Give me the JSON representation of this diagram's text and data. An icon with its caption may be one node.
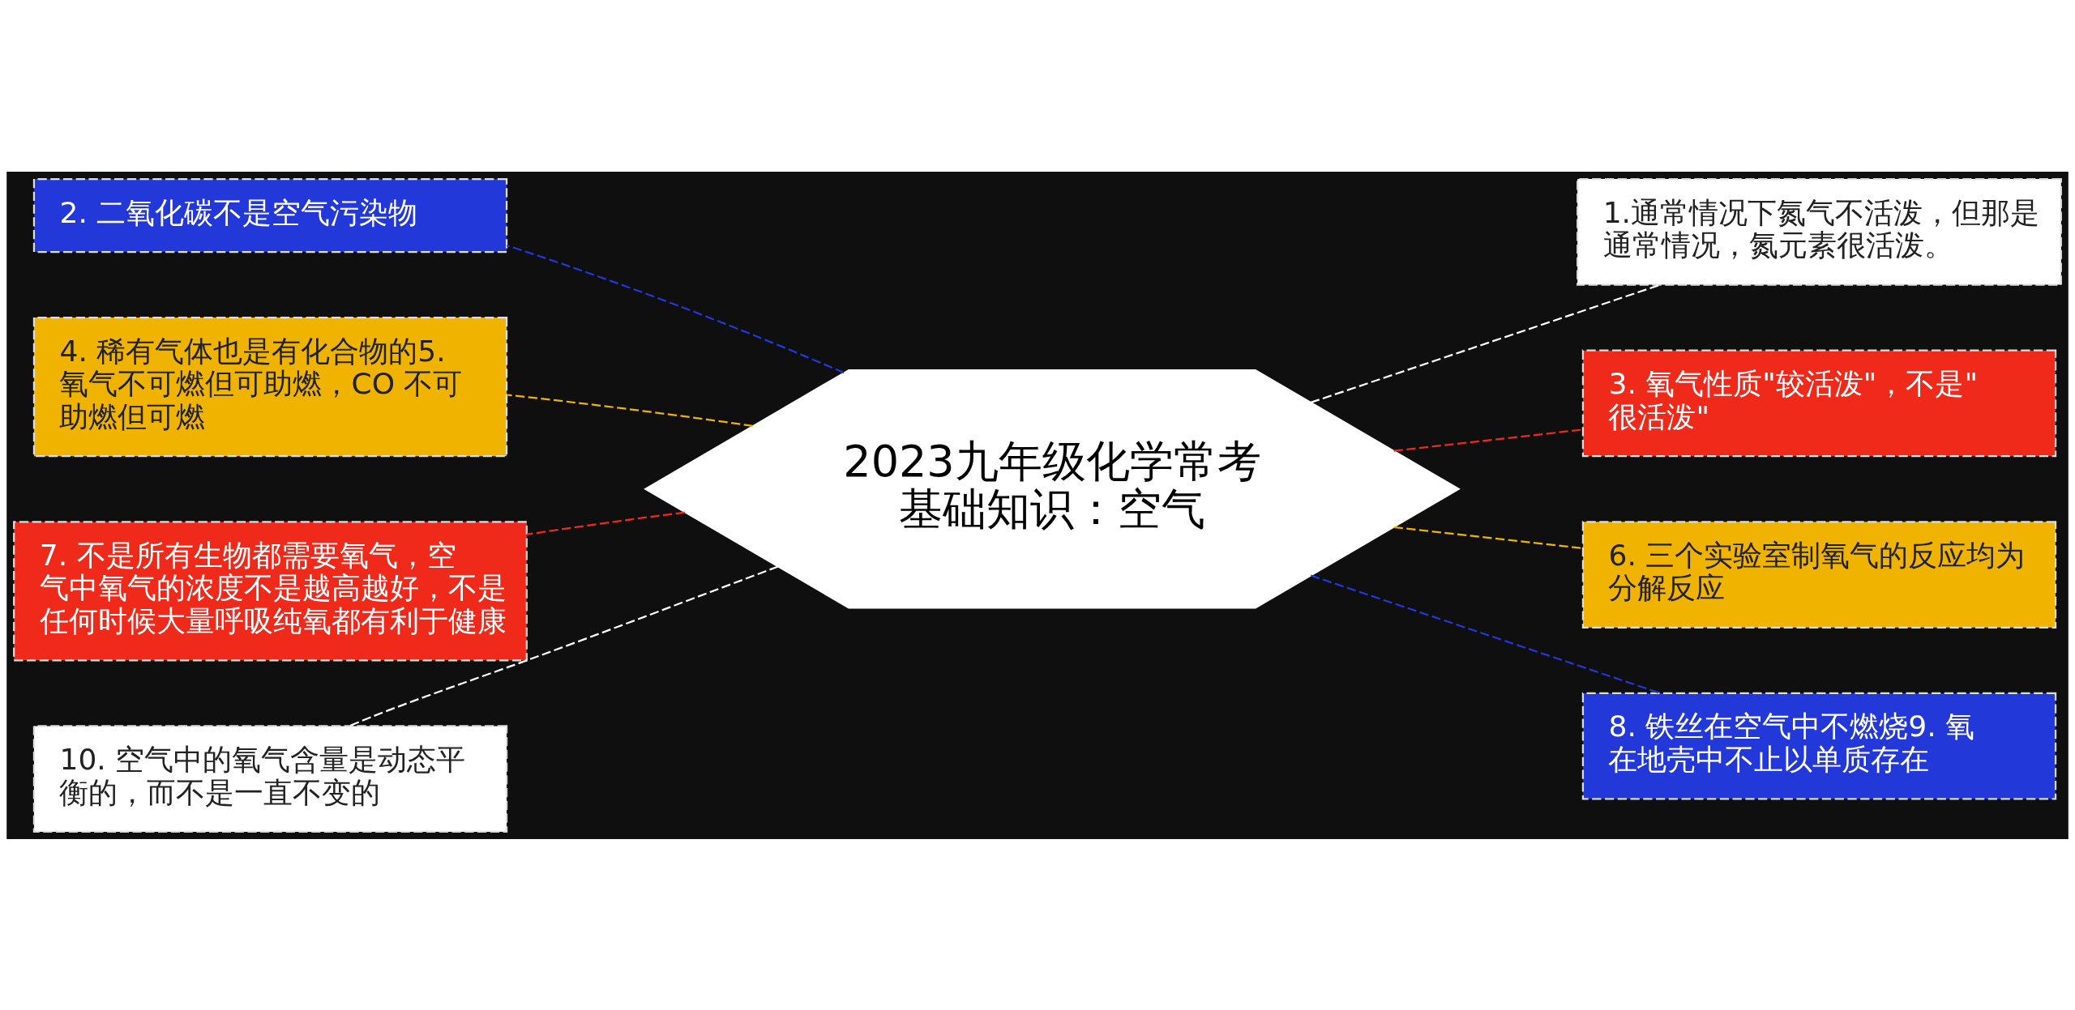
{
  "diagram": {
    "nodes": [
      {
        "text": [
          "2023九年级化学常考基础知识：空气"
        ]
      },
      {
        "text": [
          "2. 二氧化碳不是空气污染物"
        ]
      },
      {
        "text": [
          "4. 稀有气体也是有化合物的5. 氧气不可燃但可助燃，CO 不可助燃但可燃"
        ]
      },
      {
        "text": [
          "7. 不是所有生物都需要氧气，空气中氧气的浓度不是越高越好，不是任何时候大量呼吸纯氧都有利于健康"
        ]
      },
      {
        "text": [
          "10. 空气中的氧气含量是动态平衡的，而不是一直不变的"
        ]
      },
      {
        "text": [
          "1.通常情况下氮气不活泼，但那是通常情况，氮元素很活泼。"
        ]
      },
      {
        "text": [
          "3. 氧气性质\"较活泼\"，不是\"很活泼\""
        ]
      },
      {
        "text": [
          "6. 三个实验室制氧气的反应均为分解反应"
        ]
      },
      {
        "text": [
          "8. 铁丝在空气中不燃烧9. 氧在地壳中不止以单质存在"
        ]
      }
    ],
    "edges": [
      {
        "from": 0,
        "to": 1,
        "arrow": "none",
        "style": "dashed",
        "color": "#2238d8"
      },
      {
        "from": 0,
        "to": 2,
        "arrow": "none",
        "style": "dashed",
        "color": "#f0b400"
      },
      {
        "from": 0,
        "to": 3,
        "arrow": "none",
        "style": "dashed",
        "color": "#f02a1a"
      },
      {
        "from": 0,
        "to": 4,
        "arrow": "none",
        "style": "dashed",
        "color": "#ffffff"
      },
      {
        "from": 0,
        "to": 5,
        "arrow": "none",
        "style": "dashed",
        "color": "#ffffff"
      },
      {
        "from": 0,
        "to": 6,
        "arrow": "none",
        "style": "dashed",
        "color": "#f02a1a"
      },
      {
        "from": 0,
        "to": 7,
        "arrow": "none",
        "style": "dashed",
        "color": "#f0b400"
      },
      {
        "from": 0,
        "to": 8,
        "arrow": "none",
        "style": "dashed",
        "color": "#2238d8"
      }
    ]
  }
}
